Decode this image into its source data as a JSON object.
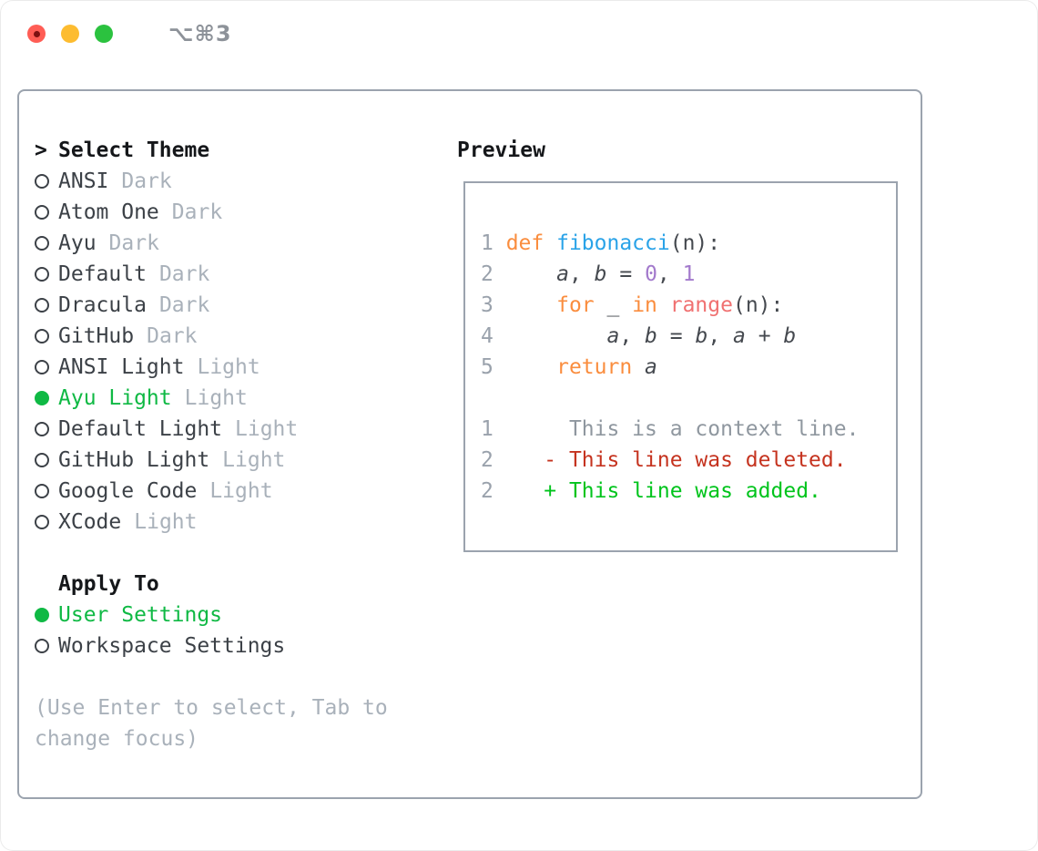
{
  "window": {
    "title": "⌥⌘3"
  },
  "colors": {
    "light_red": "#ff5d55",
    "light_yellow": "#fdbc30",
    "light_green": "#2bc23f",
    "title": "#8d9299",
    "border": "#9ba3ae",
    "header": "#15171a",
    "name": "#3c4147",
    "tag": "#a9b1ba",
    "help": "#a9b1ba",
    "sel_green": "#0fb944",
    "num": "#9aa2ac",
    "kw": "#fa8d3e",
    "fn": "#2aa3e8",
    "fg": "#45494f",
    "cn": "#a37acc",
    "rng": "#f07171",
    "ctx": "#8f979f",
    "del": "#c5331f",
    "add": "#00c41c"
  },
  "theme_select": {
    "prompt": ">",
    "header": "Select Theme",
    "items": [
      {
        "name": "ANSI",
        "variant": "Dark",
        "selected": false
      },
      {
        "name": "Atom One",
        "variant": "Dark",
        "selected": false
      },
      {
        "name": "Ayu",
        "variant": "Dark",
        "selected": false
      },
      {
        "name": "Default",
        "variant": "Dark",
        "selected": false
      },
      {
        "name": "Dracula",
        "variant": "Dark",
        "selected": false
      },
      {
        "name": "GitHub",
        "variant": "Dark",
        "selected": false
      },
      {
        "name": "ANSI Light",
        "variant": "Light",
        "selected": false
      },
      {
        "name": "Ayu Light",
        "variant": "Light",
        "selected": true
      },
      {
        "name": "Default Light",
        "variant": "Light",
        "selected": false
      },
      {
        "name": "GitHub Light",
        "variant": "Light",
        "selected": false
      },
      {
        "name": "Google Code",
        "variant": "Light",
        "selected": false
      },
      {
        "name": "XCode",
        "variant": "Light",
        "selected": false
      }
    ]
  },
  "apply_to": {
    "header": "Apply To",
    "options": [
      {
        "label": "User Settings",
        "selected": true
      },
      {
        "label": "Workspace Settings",
        "selected": false
      }
    ]
  },
  "help_text": "(Use Enter to select, Tab to change focus)",
  "preview": {
    "header": "Preview",
    "code_lines": [
      {
        "tokens": [
          "1 ",
          "def ",
          "fibonacci",
          "(n):"
        ]
      },
      {
        "tokens": [
          "2 ",
          "    ",
          "a",
          ", ",
          "b",
          " = ",
          "0",
          ", ",
          "1"
        ]
      },
      {
        "tokens": [
          "3 ",
          "    ",
          "for ",
          "_ ",
          "in ",
          "range",
          "(n):"
        ]
      },
      {
        "tokens": [
          "4 ",
          "        ",
          "a",
          ", ",
          "b",
          " = ",
          "b",
          ", ",
          "a",
          " + ",
          "b"
        ]
      },
      {
        "tokens": [
          "5 ",
          "    ",
          "return ",
          "a"
        ]
      }
    ],
    "diff_lines": [
      {
        "tokens": [
          "1",
          "      This is a context line."
        ]
      },
      {
        "tokens": [
          "2",
          "    - This line was deleted."
        ]
      },
      {
        "tokens": [
          "2",
          "    + This line was added."
        ]
      }
    ]
  }
}
